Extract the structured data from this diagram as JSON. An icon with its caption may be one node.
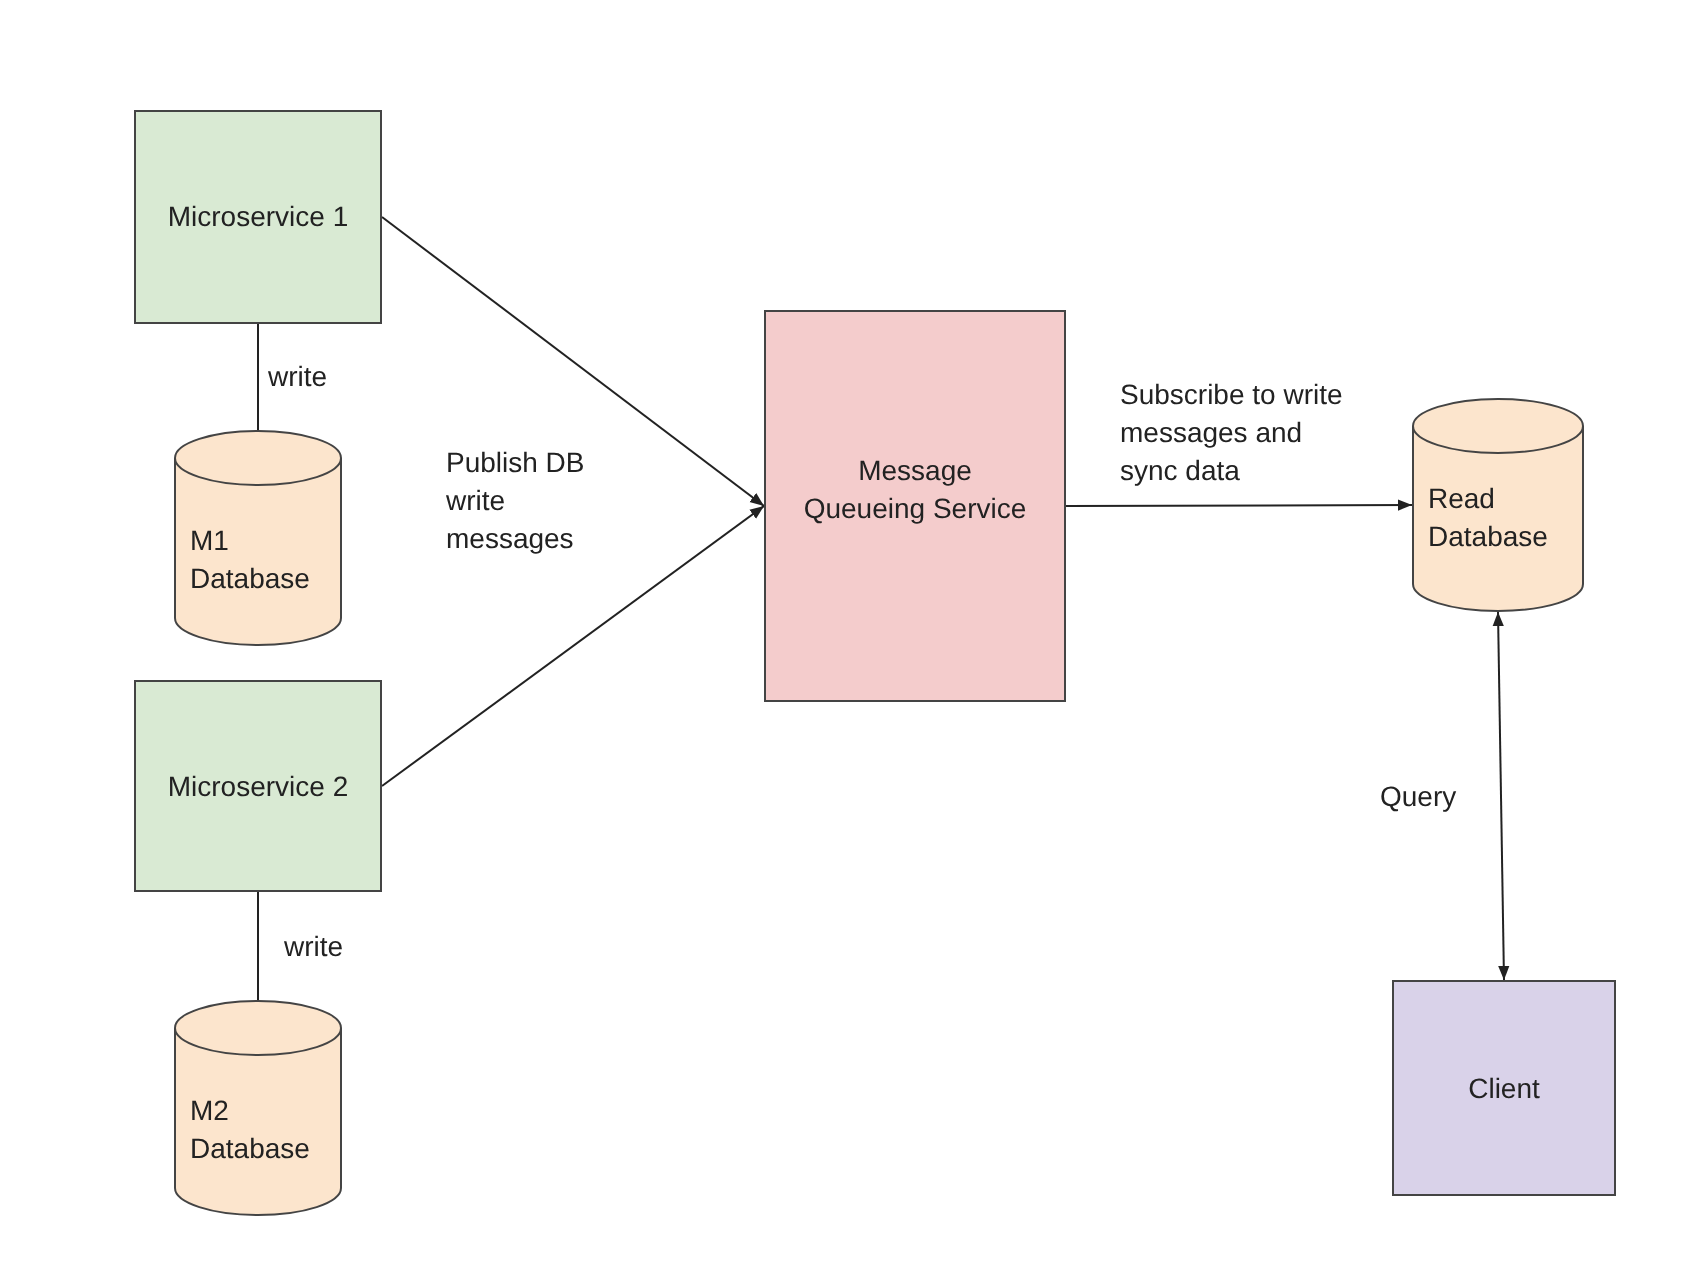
{
  "diagram": {
    "nodes": [
      {
        "text": [
          "Microservice 1"
        ]
      },
      {
        "text": [
          "M1 Database"
        ]
      },
      {
        "text": [
          "Microservice 2"
        ]
      },
      {
        "text": [
          "M2 Database"
        ]
      },
      {
        "text": [
          "Message Queueing Service"
        ]
      },
      {
        "text": [
          "Read Database"
        ]
      },
      {
        "text": [
          "Client"
        ]
      }
    ],
    "edges": [
      {
        "from": 0,
        "to": 1,
        "arrow": "none",
        "label": "write"
      },
      {
        "from": 2,
        "to": 3,
        "arrow": "none",
        "label": "write"
      },
      {
        "from": 0,
        "to": 4,
        "arrow": "to"
      },
      {
        "from": 2,
        "to": 4,
        "arrow": "to"
      },
      {
        "from": 4,
        "to": 5,
        "arrow": "to",
        "label": "Subscribe to write messages and sync data"
      },
      {
        "from": 5,
        "to": 6,
        "arrow": "both",
        "label": "Query"
      }
    ],
    "labels": [
      "Publish DB write messages"
    ]
  }
}
